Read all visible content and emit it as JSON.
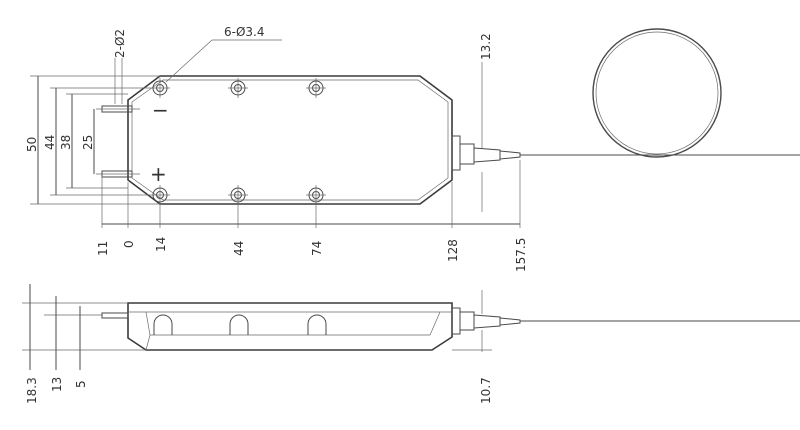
{
  "top_view": {
    "hole_callout": "6-Ø3.4",
    "pin_callout": "2-Ø2",
    "fiber_dim": "13.2",
    "height_dims": {
      "d50": "50",
      "d44": "44",
      "d38": "38",
      "d25": "25"
    },
    "x_dims": {
      "d11": "11",
      "d0": "0",
      "d14": "14",
      "d44": "44",
      "d74": "74",
      "d128": "128",
      "d157_5": "157.5"
    },
    "neg_symbol": "−",
    "pos_symbol": "+"
  },
  "side_view": {
    "z_dims": {
      "d18_3": "18.3",
      "d13": "13",
      "d5": "5"
    },
    "fiber_dim": "10.7"
  }
}
